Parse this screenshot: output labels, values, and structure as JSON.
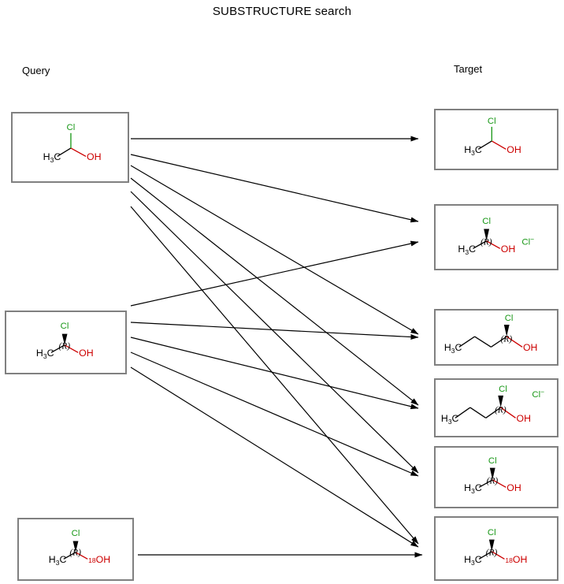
{
  "title": "SUBSTRUCTURE search",
  "columns": {
    "query_label": "Query",
    "target_label": "Target"
  },
  "colors": {
    "chlorine": "#1a9818",
    "oxygen": "#cc0000",
    "carbon": "#000000",
    "box_border": "#808080",
    "arrow": "#000000",
    "background": "#ffffff"
  },
  "labels": {
    "methyl": "H",
    "methyl_sub": "3",
    "methyl_c": "C",
    "chlorine": "Cl",
    "hydroxyl": "OH",
    "chloride_ion": "Cl",
    "chloride_charge": "−",
    "stereo_r": "(R)",
    "isotope_18": "18"
  },
  "queries": [
    {
      "id": "query-1",
      "name": "1-chloroethanol",
      "stereo": null,
      "chain_carbons": 2,
      "isotope": null,
      "counterion": null
    },
    {
      "id": "query-2",
      "name": "(R)-1-chloroethanol",
      "stereo": "(R)",
      "chain_carbons": 2,
      "isotope": null,
      "counterion": null
    },
    {
      "id": "query-3",
      "name": "(R)-1-chloroethan(18O)ol",
      "stereo": "(R)",
      "chain_carbons": 2,
      "isotope": "18",
      "counterion": null
    }
  ],
  "targets": [
    {
      "id": "target-1",
      "name": "1-chloroethanol",
      "stereo": null,
      "chain_carbons": 2,
      "isotope": null,
      "counterion": null
    },
    {
      "id": "target-2",
      "name": "(R)-1-chloroethanol chloride",
      "stereo": "(R)",
      "chain_carbons": 2,
      "isotope": null,
      "counterion": "Cl-"
    },
    {
      "id": "target-3",
      "name": "(R)-1-chlorobutanol",
      "stereo": "(R)",
      "chain_carbons": 4,
      "isotope": null,
      "counterion": null
    },
    {
      "id": "target-4",
      "name": "(R)-1-chlorobutanol chloride",
      "stereo": "(R)",
      "chain_carbons": 4,
      "isotope": null,
      "counterion": "Cl-"
    },
    {
      "id": "target-5",
      "name": "(R)-1-chloroethanol",
      "stereo": "(R)",
      "chain_carbons": 2,
      "isotope": null,
      "counterion": null
    },
    {
      "id": "target-6",
      "name": "(R)-1-chloroethan(18O)ol",
      "stereo": "(R)",
      "chain_carbons": 2,
      "isotope": "18",
      "counterion": null
    }
  ],
  "matches": [
    {
      "from": "query-1",
      "to": "target-1"
    },
    {
      "from": "query-1",
      "to": "target-2"
    },
    {
      "from": "query-1",
      "to": "target-3"
    },
    {
      "from": "query-1",
      "to": "target-4"
    },
    {
      "from": "query-1",
      "to": "target-5"
    },
    {
      "from": "query-1",
      "to": "target-6"
    },
    {
      "from": "query-2",
      "to": "target-2"
    },
    {
      "from": "query-2",
      "to": "target-3"
    },
    {
      "from": "query-2",
      "to": "target-4"
    },
    {
      "from": "query-2",
      "to": "target-5"
    },
    {
      "from": "query-2",
      "to": "target-6"
    },
    {
      "from": "query-3",
      "to": "target-6"
    }
  ]
}
